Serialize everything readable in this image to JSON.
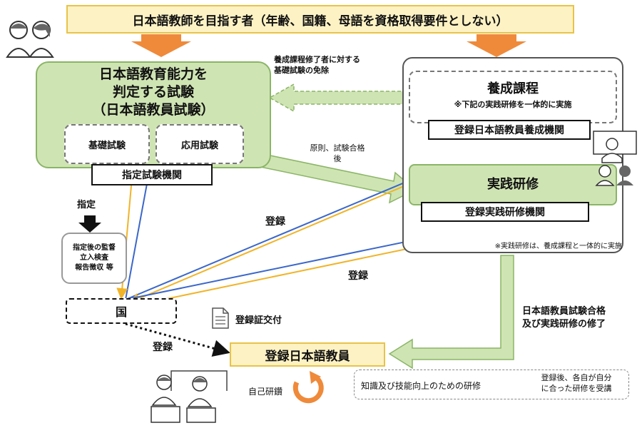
{
  "banner": "日本語教師を目指す者（年齢、国籍、母語を資格取得要件としない）",
  "exam": {
    "title_line1": "日本語教育能力を",
    "title_line2": "判定する試験",
    "title_line3": "（日本語教員試験）",
    "basic": "基礎試験",
    "applied": "応用試験",
    "agency": "指定試験機関"
  },
  "exemption_note_line1": "養成課程修了者に対する",
  "exemption_note_line2": "基礎試験の免除",
  "pass_note_line1": "原則、試験合格",
  "pass_note_line2": "後",
  "training": {
    "title": "養成課程",
    "note": "※下記の実践研修を一体的に実施",
    "agency": "登録日本語教員養成機関"
  },
  "practice": {
    "title": "実践研修",
    "agency": "登録実践研修機関",
    "note": "※実践研修は、養成課程と一体的に実施"
  },
  "designation": "指定",
  "supervision_line1": "指定後の監督",
  "supervision_line2": "立入検査",
  "supervision_line3": "報告徴収 等",
  "register_label_1": "登録",
  "register_label_2": "登録",
  "register_label_3": "登録",
  "country": "国",
  "certificate": "登録証交付",
  "registered_teacher": "登録日本語教員",
  "completion_line1": "日本語教員試験合格",
  "completion_line2": "及び実践研修の修了",
  "self_study": "自己研鑽",
  "knowledge": "知識及び技能向上のための研修",
  "after_register_line1": "登録後、各自が自分",
  "after_register_line2": "に合った研修を受講",
  "colors": {
    "green_fill": "#cfe4b3",
    "green_border": "#8ab567",
    "yellow_fill": "#fdf2c4",
    "yellow_border": "#e8c34a",
    "orange": "#ef8a3a",
    "blue_line": "#3b67c9",
    "yellow_line": "#f0b429"
  },
  "icons": [
    "people-icon",
    "teacher-icon",
    "document-icon",
    "cycle-icon",
    "classroom-icon"
  ]
}
